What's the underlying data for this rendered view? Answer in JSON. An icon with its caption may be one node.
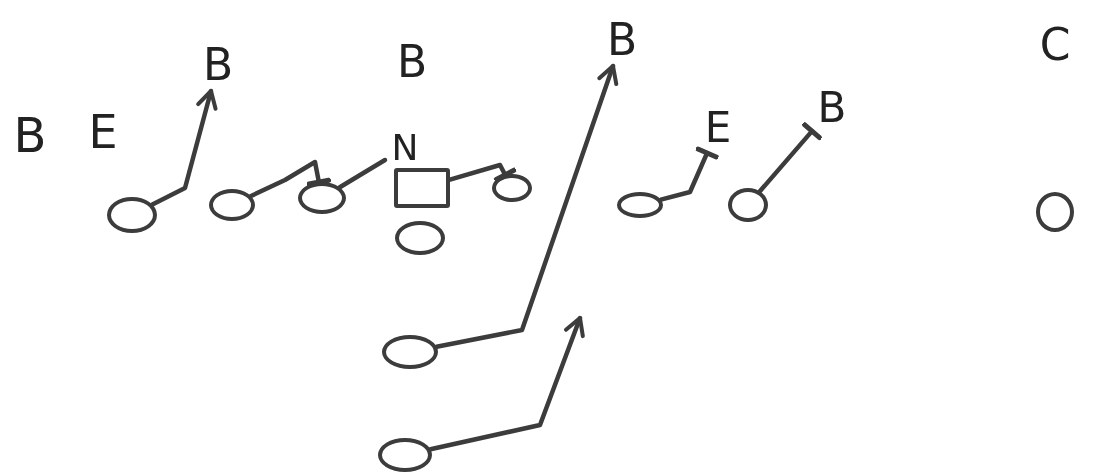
{
  "diagram": {
    "nodes": [
      {
        "text": [
          "B"
        ]
      },
      {
        "text": [
          "E"
        ]
      },
      {
        "text": [
          "B"
        ]
      },
      {
        "text": [
          "B"
        ]
      },
      {
        "text": [
          "B"
        ]
      },
      {
        "text": [
          "C"
        ]
      },
      {
        "text": [
          "N"
        ]
      },
      {
        "text": [
          "E"
        ]
      },
      {
        "text": [
          "B"
        ]
      },
      {
        "text": [],
        "shape": "circle"
      },
      {
        "text": [],
        "shape": "circle"
      },
      {
        "text": [],
        "shape": "circle"
      },
      {
        "text": [],
        "shape": "box"
      },
      {
        "text": [],
        "shape": "circle"
      },
      {
        "text": [],
        "shape": "circle"
      },
      {
        "text": [],
        "shape": "circle"
      },
      {
        "text": [],
        "shape": "circle"
      },
      {
        "text": [],
        "shape": "circle"
      },
      {
        "text": [],
        "shape": "circle"
      },
      {
        "text": [],
        "shape": "circle"
      }
    ],
    "edges": [
      {
        "from": 9,
        "to": 2,
        "arrow": "to"
      },
      {
        "from": 10,
        "to": 11,
        "arrow": "other"
      },
      {
        "from": 11,
        "to": 6,
        "arrow": "none"
      },
      {
        "from": 12,
        "to": 14,
        "arrow": "other"
      },
      {
        "from": 15,
        "to": 7,
        "arrow": "other"
      },
      {
        "from": 16,
        "to": 8,
        "arrow": "other"
      },
      {
        "from": 18,
        "to": 4,
        "arrow": "to"
      },
      {
        "from": 19,
        "to": null,
        "arrow": "to"
      }
    ]
  }
}
